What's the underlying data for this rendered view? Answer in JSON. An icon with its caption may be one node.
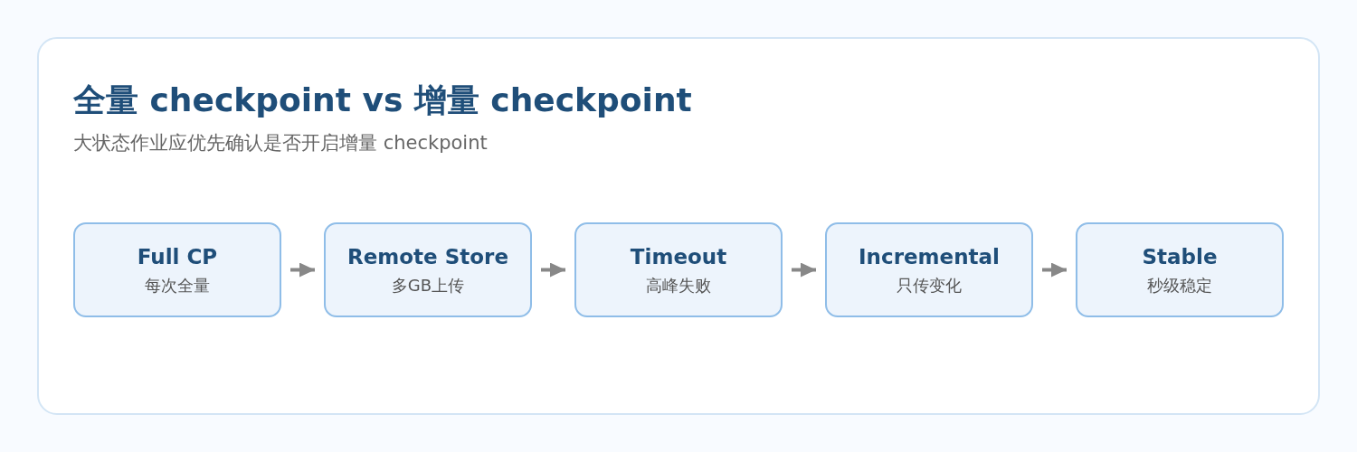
{
  "diagram": {
    "title": "全量 checkpoint vs 增量 checkpoint",
    "caption": "大状态作业应优先确认是否开启增量 checkpoint",
    "nodes": [
      {
        "text": [
          "Full CP",
          "每次全量"
        ]
      },
      {
        "text": [
          "Remote Store",
          "多GB上传"
        ]
      },
      {
        "text": [
          "Timeout",
          "高峰失败"
        ]
      },
      {
        "text": [
          "Incremental",
          "只传变化"
        ]
      },
      {
        "text": [
          "Stable",
          "秒级稳定"
        ]
      }
    ],
    "edges": [
      {
        "from": 0,
        "to": 1,
        "arrow": "to"
      },
      {
        "from": 1,
        "to": 2,
        "arrow": "to"
      },
      {
        "from": 2,
        "to": 3,
        "arrow": "to"
      },
      {
        "from": 3,
        "to": 4,
        "arrow": "to"
      }
    ]
  }
}
